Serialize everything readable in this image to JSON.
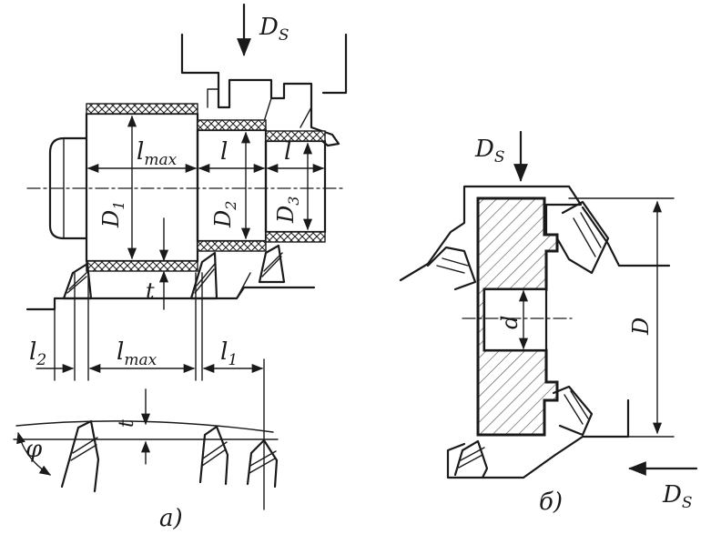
{
  "colors": {
    "ink": "#1a1a1a",
    "paper": "#ffffff",
    "hatch": "#555555"
  },
  "labels": {
    "ds_top": "D",
    "ds_top_sub": "S",
    "lmax_top": "l",
    "lmax_top_sub": "max",
    "l_mid": "l",
    "l_right": "l",
    "d1": "D",
    "d1_sub": "1",
    "d2": "D",
    "d2_sub": "2",
    "d3": "D",
    "d3_sub": "3",
    "t_upper": "t",
    "l2": "l",
    "l2_sub": "2",
    "lmax_bottom": "l",
    "lmax_bottom_sub": "max",
    "l1": "l",
    "l1_sub": "1",
    "t_lower": "t",
    "phi": "φ",
    "caption_a": "а)",
    "ds_b_top": "D",
    "ds_b_top_sub": "S",
    "d_small": "d",
    "d_big": "D",
    "caption_b": "б)",
    "ds_b_bottom": "D",
    "ds_b_bottom_sub": "S"
  }
}
